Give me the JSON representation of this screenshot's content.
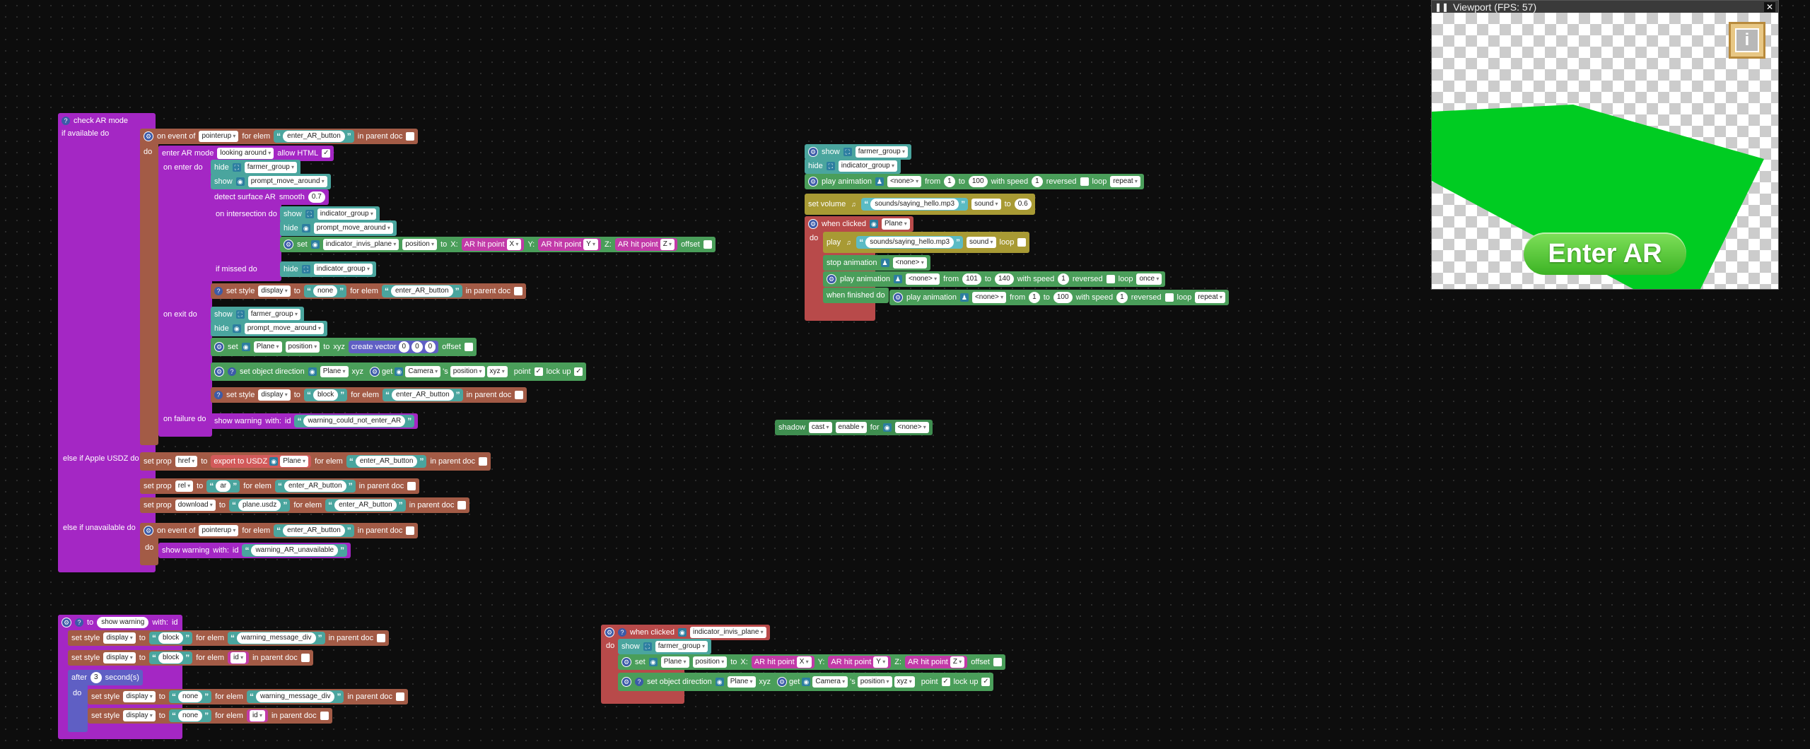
{
  "viewport": {
    "title": "Viewport (FPS: 57)",
    "close": "✕",
    "enter_ar": "Enter AR",
    "info": "i",
    "plane_color": "#00cc22"
  },
  "checkAR": {
    "title": "check AR mode",
    "if_available": "if available do",
    "ev1": {
      "on": "on event of",
      "type": "pointerup",
      "for_elem": "for elem",
      "elem": "enter_AR_button",
      "parent": "in parent doc"
    },
    "do": "do",
    "enter": {
      "label": "enter AR mode",
      "mode": "looking around",
      "allow": "allow HTML"
    },
    "on_enter": "on enter do",
    "hide1": {
      "verb": "hide",
      "obj": "farmer_group"
    },
    "show1": {
      "verb": "show",
      "obj": "prompt_move_around"
    },
    "detect": {
      "label": "detect surface AR",
      "smooth": "smooth",
      "val": "0.7"
    },
    "on_intersect": "on intersection do",
    "show2": {
      "verb": "show",
      "obj": "indicator_group"
    },
    "hide2": {
      "verb": "hide",
      "obj": "prompt_move_around"
    },
    "set1": {
      "verb": "set",
      "obj": "indicator_invis_plane",
      "prop": "position",
      "to": "to",
      "x": "X:",
      "hitx": "AR hit point",
      "ax": "X",
      "y": "Y:",
      "ay": "Y",
      "z": "Z:",
      "az": "Z",
      "offset": "offset"
    },
    "if_missed": "if missed do",
    "hide3": {
      "verb": "hide",
      "obj": "indicator_group"
    },
    "style1": {
      "verb": "set style",
      "prop": "display",
      "to": "to",
      "val": "none",
      "for_elem": "for elem",
      "elem": "enter_AR_button",
      "parent": "in parent doc"
    },
    "on_exit": "on exit do",
    "show3": {
      "verb": "show",
      "obj": "farmer_group"
    },
    "hide4": {
      "verb": "hide",
      "obj": "prompt_move_around"
    },
    "set2": {
      "verb": "set",
      "obj": "Plane",
      "prop": "position",
      "to": "to",
      "xyz": "xyz",
      "vec": "create vector",
      "v1": "0",
      "v2": "0",
      "v3": "0",
      "offset": "offset"
    },
    "dir": {
      "verb": "set object direction",
      "obj": "Plane",
      "xyz": "xyz",
      "get": "get",
      "cam": "Camera",
      "s": "'s",
      "prop": "position",
      "axes": "xyz",
      "point": "point",
      "lock": "lock up"
    },
    "style2": {
      "verb": "set style",
      "prop": "display",
      "to": "to",
      "val": "block",
      "for_elem": "for elem",
      "elem": "enter_AR_button",
      "parent": "in parent doc"
    },
    "on_failure": "on failure do",
    "warn1": {
      "verb": "show warning",
      "with": "with:",
      "id": "id",
      "val": "warning_could_not_enter_AR"
    },
    "else_usdz": "else if Apple USDZ do",
    "prop1": {
      "verb": "set prop",
      "prop": "href",
      "to": "to",
      "export": "export to USDZ",
      "obj": "Plane",
      "for_elem": "for elem",
      "elem": "enter_AR_button",
      "parent": "in parent doc"
    },
    "prop2": {
      "verb": "set prop",
      "prop": "rel",
      "to": "to",
      "val": "ar",
      "for_elem": "for elem",
      "elem": "enter_AR_button",
      "parent": "in parent doc"
    },
    "prop3": {
      "verb": "set prop",
      "prop": "download",
      "to": "to",
      "val": "plane.usdz",
      "for_elem": "for elem",
      "elem": "enter_AR_button",
      "parent": "in parent doc"
    },
    "else_unavail": "else if unavailable do",
    "ev2": {
      "on": "on event of",
      "type": "pointerup",
      "for_elem": "for elem",
      "elem": "enter_AR_button",
      "parent": "in parent doc"
    },
    "warn2": {
      "verb": "show warning",
      "with": "with:",
      "id": "id",
      "val": "warning_AR_unavailable"
    }
  },
  "farmer": {
    "show": {
      "verb": "show",
      "obj": "farmer_group"
    },
    "hide": {
      "verb": "hide",
      "obj": "indicator_group"
    },
    "anim1": {
      "verb": "play animation",
      "obj": "<none>",
      "from": "from",
      "a": "1",
      "to": "to",
      "b": "100",
      "speed": "with speed",
      "s": "1",
      "rev": "reversed",
      "loop": "loop",
      "mode": "repeat"
    },
    "vol": {
      "verb": "set volume",
      "snd": "sounds/saying_hello.mp3",
      "kind": "sound",
      "to": "to",
      "val": "0.6"
    },
    "click": {
      "verb": "when clicked",
      "obj": "Plane"
    },
    "do": "do",
    "play": {
      "verb": "play",
      "snd": "sounds/saying_hello.mp3",
      "kind": "sound",
      "loop": "loop"
    },
    "stop": {
      "verb": "stop animation",
      "obj": "<none>"
    },
    "anim2": {
      "verb": "play animation",
      "obj": "<none>",
      "from": "from",
      "a": "101",
      "to": "to",
      "b": "140",
      "speed": "with speed",
      "s": "1",
      "rev": "reversed",
      "loop": "loop",
      "mode": "once"
    },
    "finished": "when finished do",
    "anim3": {
      "verb": "play animation",
      "obj": "<none>",
      "from": "from",
      "a": "1",
      "to": "to",
      "b": "100",
      "speed": "with speed",
      "s": "1",
      "rev": "reversed",
      "loop": "loop",
      "mode": "repeat"
    }
  },
  "shadow": {
    "verb": "shadow",
    "kind": "cast",
    "state": "enable",
    "for": "for",
    "obj": "<none>"
  },
  "warnfn": {
    "to": "to",
    "name": "show warning",
    "with": "with:",
    "id": "id",
    "s1": {
      "verb": "set style",
      "prop": "display",
      "to": "to",
      "val": "block",
      "for_elem": "for elem",
      "elem": "warning_message_div",
      "parent": "in parent doc"
    },
    "s2": {
      "verb": "set style",
      "prop": "display",
      "to": "to",
      "val": "block",
      "for_elem": "for elem",
      "elem": "id",
      "parent": "in parent doc"
    },
    "after": "after",
    "secs": "3",
    "seconds": "second(s)",
    "do": "do",
    "s3": {
      "verb": "set style",
      "prop": "display",
      "to": "to",
      "val": "none",
      "for_elem": "for elem",
      "elem": "warning_message_div",
      "parent": "in parent doc"
    },
    "s4": {
      "verb": "set style",
      "prop": "display",
      "to": "to",
      "val": "none",
      "for_elem": "for elem",
      "elem": "id",
      "parent": "in parent doc"
    }
  },
  "indclick": {
    "verb": "when clicked",
    "obj": "indicator_invis_plane",
    "do": "do",
    "show": {
      "verb": "show",
      "obj": "farmer_group"
    },
    "set": {
      "verb": "set",
      "obj": "Plane",
      "prop": "position",
      "to": "to",
      "x": "X:",
      "hit": "AR hit point",
      "ax": "X",
      "y": "Y:",
      "ay": "Y",
      "z": "Z:",
      "az": "Z",
      "offset": "offset"
    },
    "dir": {
      "verb": "set object direction",
      "obj": "Plane",
      "xyz": "xyz",
      "get": "get",
      "cam": "Camera",
      "s": "'s",
      "prop": "position",
      "axes": "xyz",
      "point": "point",
      "lock": "lock up"
    }
  }
}
